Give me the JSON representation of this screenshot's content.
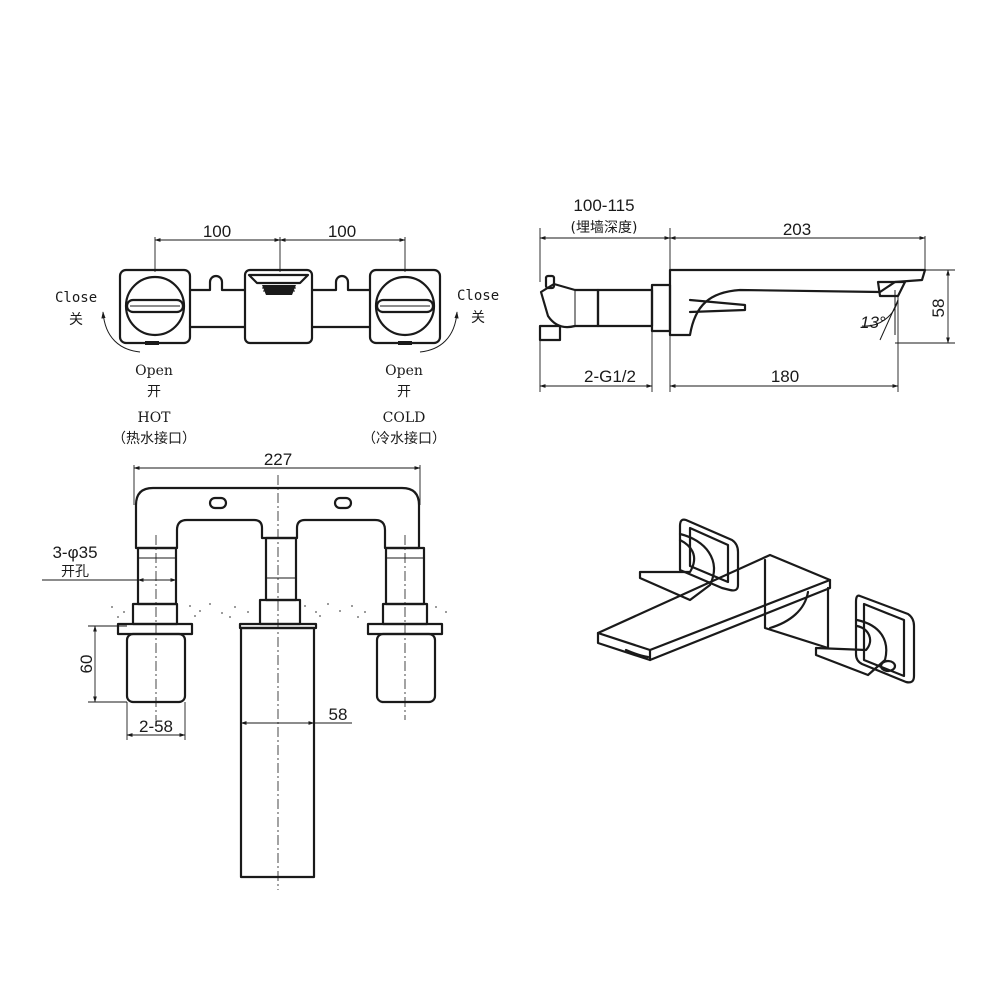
{
  "front_view": {
    "dim_left": "100",
    "dim_right": "100",
    "close_en": "Close",
    "close_cn": "关",
    "open_en": "Open",
    "open_cn": "开",
    "hot_en": "HOT",
    "hot_cn": "（热水接口）",
    "cold_en": "COLD",
    "cold_cn": "（冷水接口）"
  },
  "side_view": {
    "dim_wall_depth": "100-115",
    "dim_wall_depth_cn": "(埋墙深度)",
    "dim_spout_length": "203",
    "dim_height": "58",
    "dim_inlet": "2-G1/2",
    "dim_reach": "180",
    "dim_angle": "13°"
  },
  "top_view": {
    "dim_width": "227",
    "dim_hole": "3-φ35",
    "dim_hole_cn": "开孔",
    "dim_handle_height": "60",
    "dim_handle_width": "2-58",
    "dim_spout_width": "58"
  }
}
